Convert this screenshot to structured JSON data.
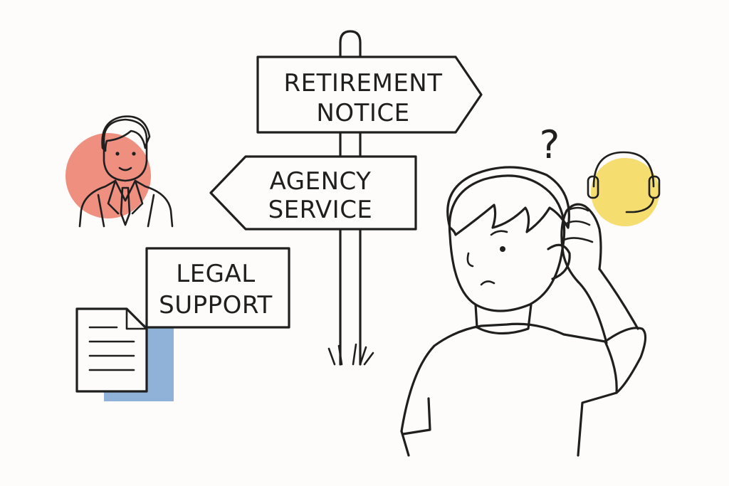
{
  "signs": {
    "retirement_line1": "RETIREMENT",
    "retirement_line2": "NOTICE",
    "agency_line1": "AGENCY",
    "agency_line2": "SERVICE",
    "legal_line1": "LEGAL",
    "legal_line2": "SUPPORT"
  },
  "question_mark": "?",
  "icons": {
    "agent": "businessman-icon",
    "document": "document-icon",
    "support": "headset-icon",
    "person": "confused-person-icon"
  },
  "colors": {
    "agent_circle": "#ee8f80",
    "document_accent": "#90b2d8",
    "headset_circle": "#f6dd6f",
    "ink": "#1f1f1f",
    "background": "#fdfcfa"
  }
}
